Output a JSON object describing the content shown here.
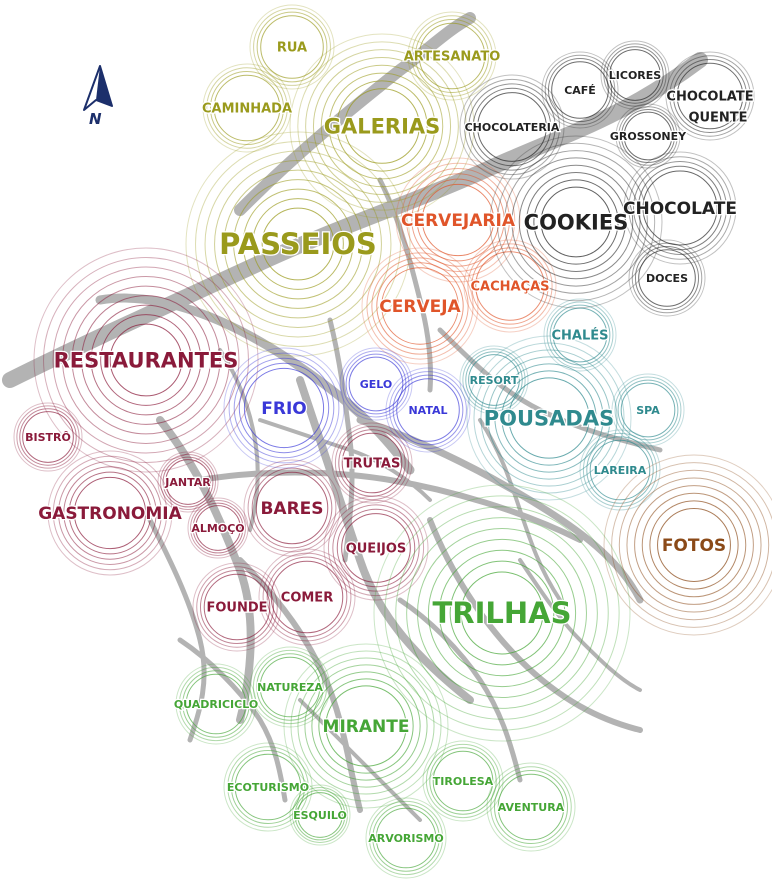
{
  "map": {
    "north_label": "N",
    "colors": {
      "olive": "#9a9a1c",
      "orange": "#e0552a",
      "black": "#222222",
      "wine": "#8a1a3a",
      "blue": "#3a38d8",
      "teal": "#2f8a8e",
      "green": "#45a636",
      "brown": "#8b4a18",
      "road": "#9a9a9a"
    },
    "clusters": [
      {
        "name": "passeios",
        "color": "#9a9a1c",
        "words": [
          {
            "id": "passeios",
            "text": "PASSEIOS",
            "size": "xl"
          },
          {
            "id": "galerias",
            "text": "GALERIAS",
            "size": "l"
          },
          {
            "id": "rua",
            "text": "RUA",
            "size": "s"
          },
          {
            "id": "artesanato",
            "text": "ARTESANATO",
            "size": "s"
          },
          {
            "id": "caminhada",
            "text": "CAMINHADA",
            "size": "s"
          }
        ]
      },
      {
        "name": "cerveja",
        "color": "#e0552a",
        "words": [
          {
            "id": "cervejaria",
            "text": "CERVEJARIA",
            "size": "m"
          },
          {
            "id": "cerveja",
            "text": "CERVEJA",
            "size": "m"
          },
          {
            "id": "cachacas",
            "text": "CACHAÇAS",
            "size": "s"
          }
        ]
      },
      {
        "name": "chocolate",
        "color": "#222222",
        "words": [
          {
            "id": "cookies",
            "text": "COOKIES",
            "size": "l"
          },
          {
            "id": "chocolate",
            "text": "CHOCOLATE",
            "size": "m"
          },
          {
            "id": "chocolate-quente-1",
            "text": "CHOCOLATE",
            "size": "s"
          },
          {
            "id": "chocolate-quente-2",
            "text": "QUENTE",
            "size": "s"
          },
          {
            "id": "cafe",
            "text": "CAFÉ",
            "size": "xs"
          },
          {
            "id": "licores",
            "text": "LICORES",
            "size": "xs"
          },
          {
            "id": "chocolateria",
            "text": "CHOCOLATERIA",
            "size": "xs"
          },
          {
            "id": "grossoney",
            "text": "GROSSONEY",
            "size": "xs"
          },
          {
            "id": "doces",
            "text": "DOCES",
            "size": "xs"
          }
        ]
      },
      {
        "name": "restaurantes",
        "color": "#8a1a3a",
        "words": [
          {
            "id": "restaurantes",
            "text": "RESTAURANTES",
            "size": "l"
          },
          {
            "id": "bistro",
            "text": "BISTRÔ",
            "size": "xs"
          },
          {
            "id": "gastronomia",
            "text": "GASTRONOMIA",
            "size": "m"
          },
          {
            "id": "jantar",
            "text": "JANTAR",
            "size": "xs"
          },
          {
            "id": "almoco",
            "text": "ALMOÇO",
            "size": "xs"
          },
          {
            "id": "bares",
            "text": "BARES",
            "size": "m"
          },
          {
            "id": "trutas",
            "text": "TRUTAS",
            "size": "s"
          },
          {
            "id": "queijos",
            "text": "QUEIJOS",
            "size": "s"
          },
          {
            "id": "founde",
            "text": "FOUNDE",
            "size": "s"
          },
          {
            "id": "comer",
            "text": "COMER",
            "size": "s"
          }
        ]
      },
      {
        "name": "frio",
        "color": "#3a38d8",
        "words": [
          {
            "id": "frio",
            "text": "FRIO",
            "size": "m"
          },
          {
            "id": "gelo",
            "text": "GELO",
            "size": "xs"
          },
          {
            "id": "natal",
            "text": "NATAL",
            "size": "xs"
          }
        ]
      },
      {
        "name": "pousadas",
        "color": "#2f8a8e",
        "words": [
          {
            "id": "pousadas",
            "text": "POUSADAS",
            "size": "l"
          },
          {
            "id": "chales",
            "text": "CHALÉS",
            "size": "s"
          },
          {
            "id": "resort",
            "text": "RESORT",
            "size": "xs"
          },
          {
            "id": "spa",
            "text": "SPA",
            "size": "xs"
          },
          {
            "id": "lareira",
            "text": "LAREIRA",
            "size": "xs"
          }
        ]
      },
      {
        "name": "fotos",
        "color": "#8b4a18",
        "words": [
          {
            "id": "fotos",
            "text": "FOTOS",
            "size": "m"
          }
        ]
      },
      {
        "name": "trilhas",
        "color": "#45a636",
        "words": [
          {
            "id": "trilhas",
            "text": "TRILHAS",
            "size": "xl"
          },
          {
            "id": "mirante",
            "text": "MIRANTE",
            "size": "m"
          },
          {
            "id": "natureza",
            "text": "NATUREZA",
            "size": "xs"
          },
          {
            "id": "quadriciclo",
            "text": "QUADRICICLO",
            "size": "xs"
          },
          {
            "id": "ecoturismo",
            "text": "ECOTURISMO",
            "size": "xs"
          },
          {
            "id": "esquilo",
            "text": "ESQUILO",
            "size": "xs"
          },
          {
            "id": "arvorismo",
            "text": "ARVORISMO",
            "size": "xs"
          },
          {
            "id": "tirolesa",
            "text": "TIROLESA",
            "size": "xs"
          },
          {
            "id": "aventura",
            "text": "AVENTURA",
            "size": "xs"
          }
        ]
      }
    ]
  }
}
